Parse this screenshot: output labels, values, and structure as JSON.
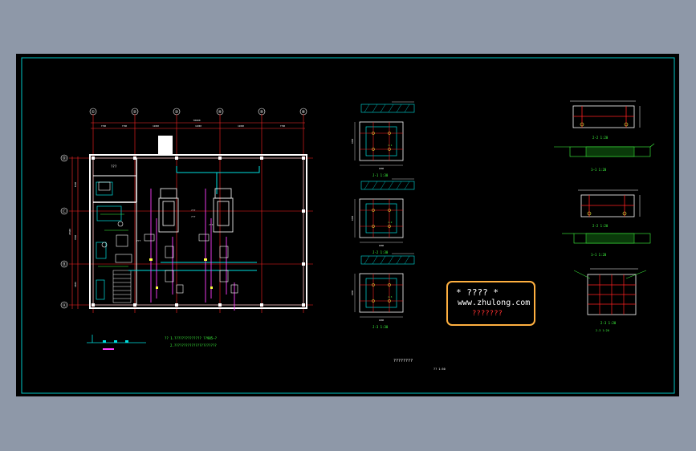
{
  "canvas": {
    "background": "#000000",
    "page_background": "#8e98a8",
    "border_color": "#00c8c8"
  },
  "colors": {
    "wall": "#ffffff",
    "grid": "#ff2020",
    "pipe_cyan": "#00e0e0",
    "pipe_magenta": "#ff40ff",
    "green": "#40ff40",
    "yellow": "#ffff40",
    "stamp_border": "#ffb040",
    "stamp_text": "#ffffff",
    "stamp_red": "#ff3030"
  },
  "plan": {
    "axis_top": [
      "①",
      "②",
      "③",
      "④",
      "⑤",
      "⑥"
    ],
    "axis_left": [
      "Ⓓ",
      "Ⓒ",
      "Ⓑ",
      "Ⓐ"
    ],
    "top_dims": [
      "7700",
      "7700",
      "12000",
      "12000",
      "12000",
      "7700"
    ],
    "overall_dim": "78600",
    "left_dims": [
      "8100",
      "7800",
      "6800"
    ],
    "overall_left_dim": "25900",
    "room_label": "???",
    "equipment_tags": [
      "???",
      "???",
      "???",
      "???"
    ],
    "notes": [
      "?? 1.??????????????   ??985—?",
      "2.??????????????????????"
    ]
  },
  "details": [
    {
      "dims": [
        "1800",
        "1800"
      ],
      "caption": "J-1 1:30",
      "tag": "J-1"
    },
    {
      "dims": [
        "1800",
        "1800"
      ],
      "caption": "J-2 1:30",
      "tag": "J-2"
    },
    {
      "dims": [
        "1800",
        "1800"
      ],
      "caption": "J-3 1:30",
      "tag": "J-3"
    }
  ],
  "right_details": [
    {
      "caption": "2-2 1:20",
      "section": "1—1 1:20"
    },
    {
      "caption": "2-2 1:20",
      "section": "1—1 1:20"
    },
    {
      "caption": "2-3 1:20",
      "sub": "2-3 1:20"
    }
  ],
  "title_block": {
    "label": "????????",
    "scale": "?? 1:50"
  },
  "stamp": {
    "line1": "* ???? *",
    "line2": "www.zhulong.com",
    "line3": "???????"
  }
}
